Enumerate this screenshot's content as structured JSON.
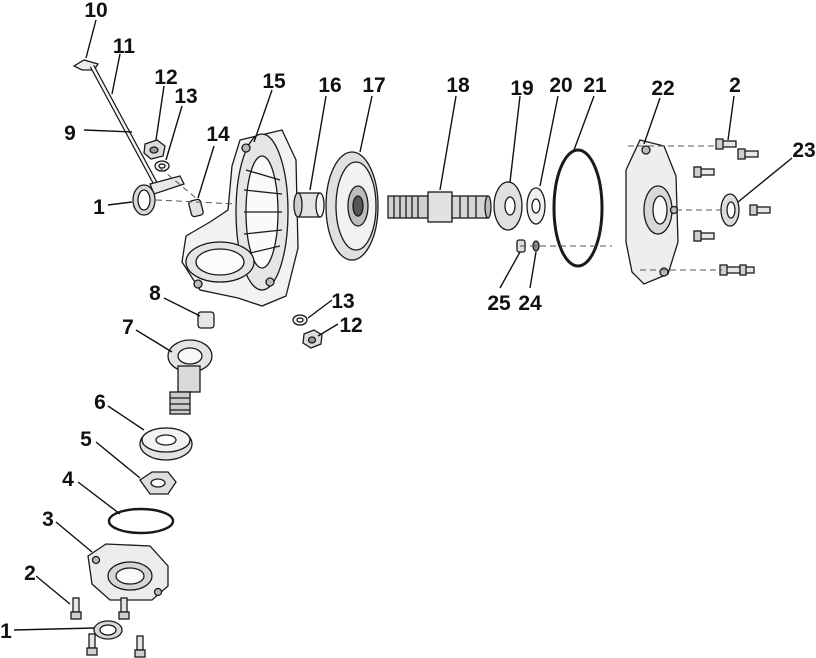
{
  "callouts": {
    "c10": "10",
    "c11": "11",
    "c9": "9",
    "c12a": "12",
    "c13a": "13",
    "c14": "14",
    "c15": "15",
    "c16": "16",
    "c17": "17",
    "c18": "18",
    "c19": "19",
    "c20": "20",
    "c21": "21",
    "c22": "22",
    "c2a": "2",
    "c23": "23",
    "c1a": "1",
    "c25": "25",
    "c24": "24",
    "c8": "8",
    "c13b": "13",
    "c12b": "12",
    "c7": "7",
    "c6": "6",
    "c5": "5",
    "c4": "4",
    "c3": "3",
    "c2b": "2",
    "c1b": "1"
  },
  "colors": {
    "ink": "#111111",
    "part_fill": "#f4f4f4",
    "part_shade": "#c8c8c8"
  }
}
